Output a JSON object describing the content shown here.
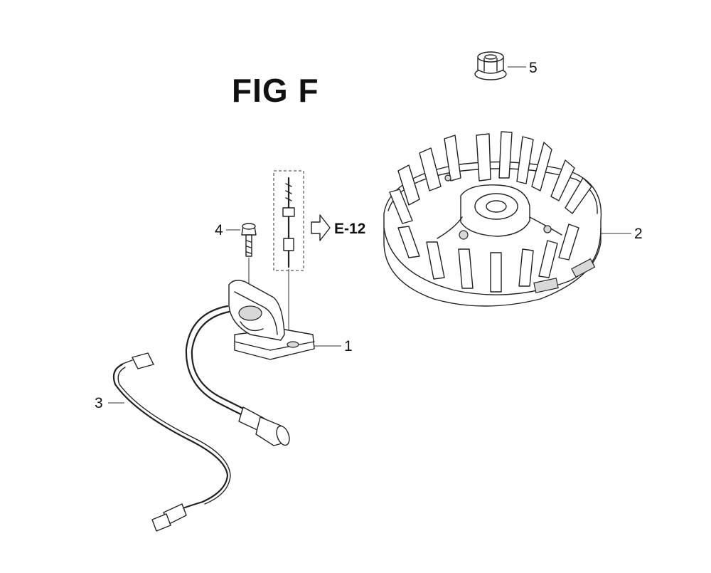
{
  "figure": {
    "title": "FIG F",
    "reference": "E-12"
  },
  "callouts": [
    {
      "id": "1",
      "label": "1"
    },
    {
      "id": "2",
      "label": "2"
    },
    {
      "id": "3",
      "label": "3"
    },
    {
      "id": "4",
      "label": "4"
    },
    {
      "id": "5",
      "label": "5"
    }
  ],
  "colors": {
    "line": "#222222",
    "background": "#ffffff"
  }
}
